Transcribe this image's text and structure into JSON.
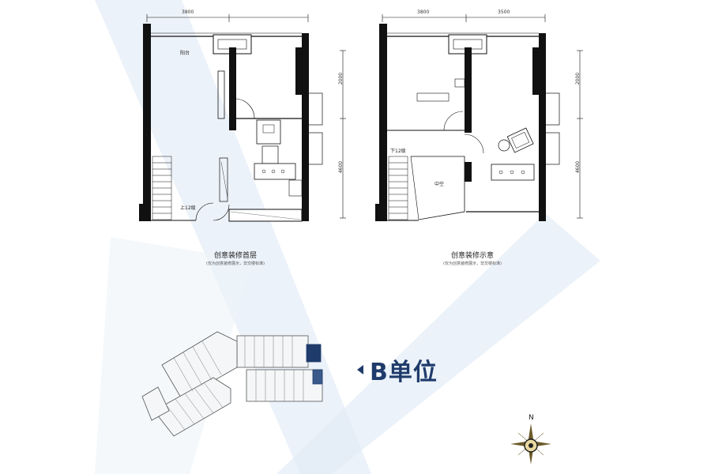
{
  "plans": [
    {
      "caption": "创意装修首层",
      "subcaption": "(仅为创意装修展示，非交楼标准)",
      "dims": {
        "top": "3800",
        "right_upper": "2000",
        "right_lower": "4600"
      },
      "rooms": {
        "balcony": "阳台",
        "stair": "上12级"
      }
    },
    {
      "caption": "创意装修示意",
      "subcaption": "(仅为创意装修展示，非交楼标准)",
      "dims": {
        "top_left": "3800",
        "top_right": "3500",
        "right_upper": "2000",
        "right_lower": "4600"
      },
      "rooms": {
        "stair": "下12级",
        "void": "中空"
      }
    }
  ],
  "unit_label": "B单位",
  "compass_label": "N",
  "colors": {
    "wall": "#111111",
    "highlight": "#1f3b6b",
    "background_tint": "#dce8f3"
  }
}
